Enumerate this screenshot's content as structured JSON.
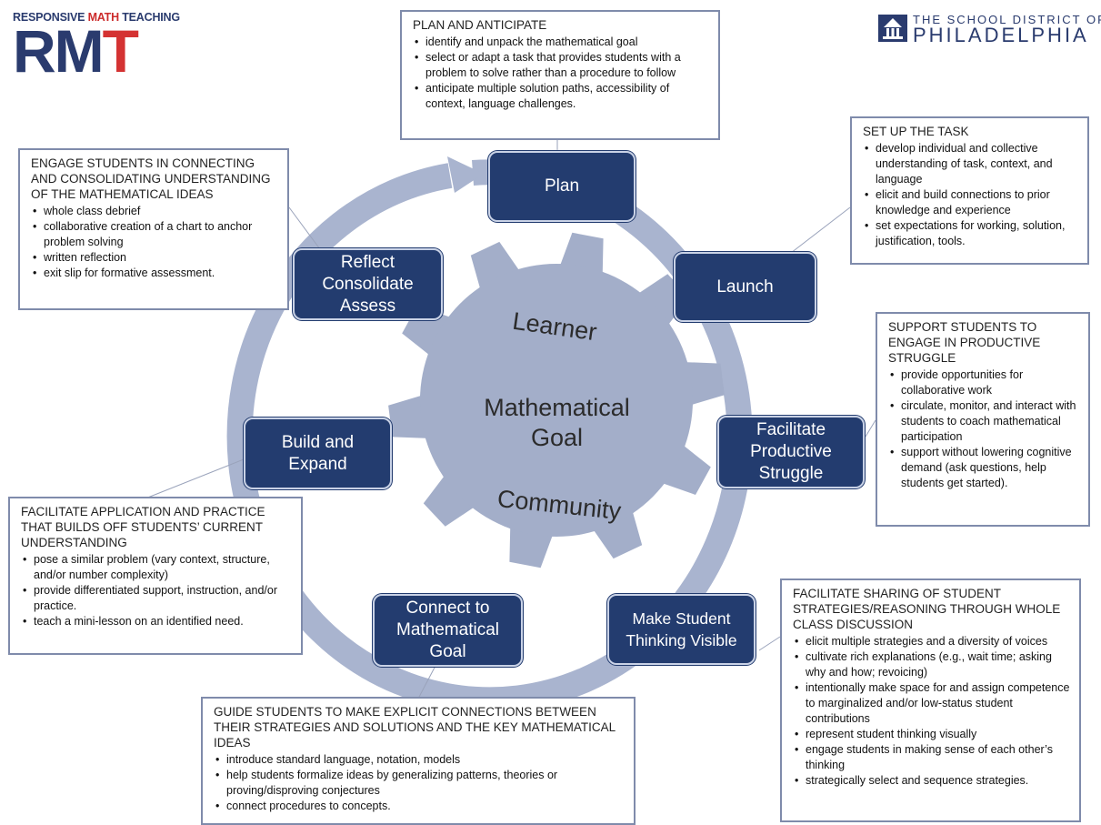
{
  "logos": {
    "rmt": {
      "tagline_a": "RESPONSIVE ",
      "tagline_b": "MATH",
      "tagline_c": " TEACHING",
      "big_rm": "RM",
      "big_t": "T"
    },
    "district": {
      "line1": "THE SCHOOL DISTRICT OF",
      "line2": "PHILADELPHIA"
    }
  },
  "colors": {
    "navy": "#233c6f",
    "ring": "#a9b4cf",
    "gear": "#a3aec9",
    "border": "#7f8bab",
    "rmt_red": "#d43232"
  },
  "center": {
    "goal": "Mathematical\nGoal",
    "top": "Learner",
    "bottom": "Community"
  },
  "stages": {
    "plan": "Plan",
    "launch": "Launch",
    "facilitate": "Facilitate\nProductive\nStruggle",
    "visible": "Make Student\nThinking Visible",
    "connect": "Connect to\nMathematical\nGoal",
    "build": "Build and\nExpand",
    "reflect": "Reflect\nConsolidate\nAssess"
  },
  "callouts": {
    "plan": {
      "title": "PLAN AND ANTICIPATE",
      "items": [
        "identify and unpack the mathematical goal",
        "select or adapt a task that provides students with a problem to solve rather than a procedure to follow",
        "anticipate multiple solution paths, accessibility of context, language challenges."
      ]
    },
    "setup": {
      "title": "SET UP THE TASK",
      "items": [
        "develop individual and collective understanding of task, context, and language",
        "elicit and build connections to prior knowledge and experience",
        "set expectations for working, solution, justification, tools."
      ]
    },
    "support": {
      "title": "SUPPORT STUDENTS TO ENGAGE IN PRODUCTIVE STRUGGLE",
      "items": [
        "provide opportunities for collaborative work",
        "circulate, monitor, and interact with students to coach mathematical participation",
        "support without lowering cognitive demand (ask questions, help students get started)."
      ]
    },
    "sharing": {
      "title": "FACILITATE SHARING OF STUDENT STRATEGIES/REASONING THROUGH WHOLE CLASS DISCUSSION",
      "items": [
        "elicit multiple strategies and a diversity of voices",
        "cultivate rich explanations (e.g., wait time; asking why and how; revoicing)",
        "intentionally make space for and assign competence to marginalized and/or low-status student contributions",
        "represent student thinking visually",
        "engage students in making sense of each other’s thinking",
        "strategically select and sequence strategies."
      ]
    },
    "guide": {
      "title": "GUIDE STUDENTS TO MAKE EXPLICIT CONNECTIONS BETWEEN THEIR STRATEGIES AND SOLUTIONS AND THE KEY MATHEMATICAL IDEAS",
      "items": [
        "introduce standard language, notation, models",
        "help students formalize ideas by generalizing patterns, theories or proving/disproving conjectures",
        "connect procedures to concepts."
      ]
    },
    "application": {
      "title": "FACILITATE APPLICATION AND PRACTICE THAT BUILDS OFF STUDENTS’ CURRENT UNDERSTANDING",
      "items": [
        "pose a similar problem (vary context, structure, and/or number complexity)",
        "provide differentiated support, instruction, and/or practice.",
        "teach a mini-lesson on an identified need."
      ]
    },
    "engage": {
      "title": "ENGAGE STUDENTS IN CONNECTING AND CONSOLIDATING UNDERSTANDING OF THE MATHEMATICAL IDEAS",
      "items": [
        "whole class debrief",
        "collaborative creation of a chart to anchor problem solving",
        "written reflection",
        "exit slip for formative assessment."
      ]
    }
  }
}
